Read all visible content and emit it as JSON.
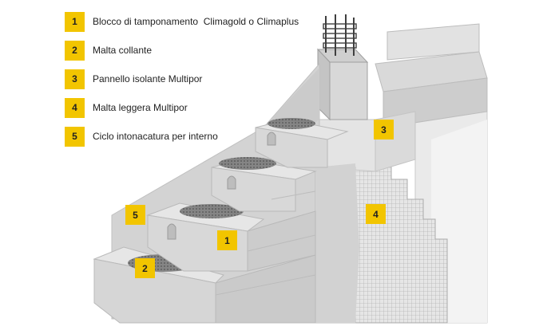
{
  "legend": [
    {
      "num": "1",
      "label": "Blocco di tamponamento  Climagold o Climaplus"
    },
    {
      "num": "2",
      "label": "Malta collante"
    },
    {
      "num": "3",
      "label": "Pannello isolante Multipor"
    },
    {
      "num": "4",
      "label": "Malta leggera Multipor"
    },
    {
      "num": "5",
      "label": "Ciclo intonacatura per interno"
    }
  ],
  "callouts": {
    "c1": "1",
    "c2": "2",
    "c3": "3",
    "c4": "4",
    "c5": "5"
  },
  "colors": {
    "badge": "#f2c500",
    "block": "#dcdddd",
    "plaster": "#cfd0d0",
    "mortar": "#6f6f6f"
  }
}
